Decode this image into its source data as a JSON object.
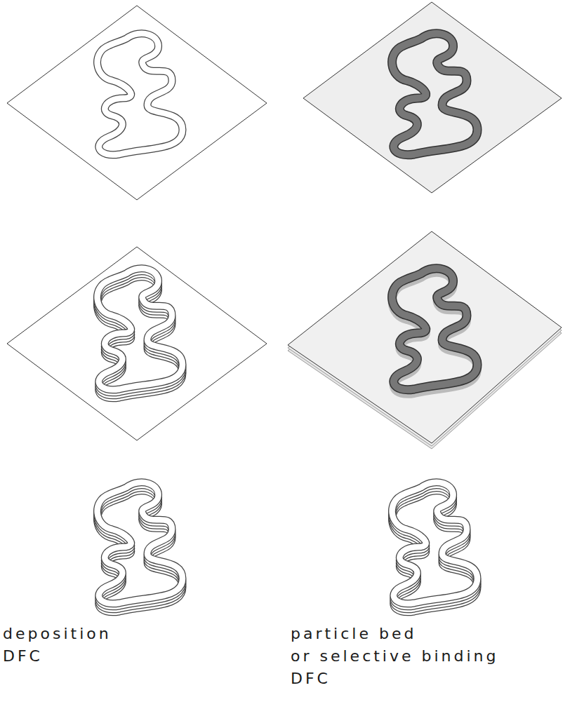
{
  "diagram": {
    "labels": [
      "deposition",
      "DFC",
      "particle bed",
      "or selective binding",
      "DFC"
    ]
  }
}
